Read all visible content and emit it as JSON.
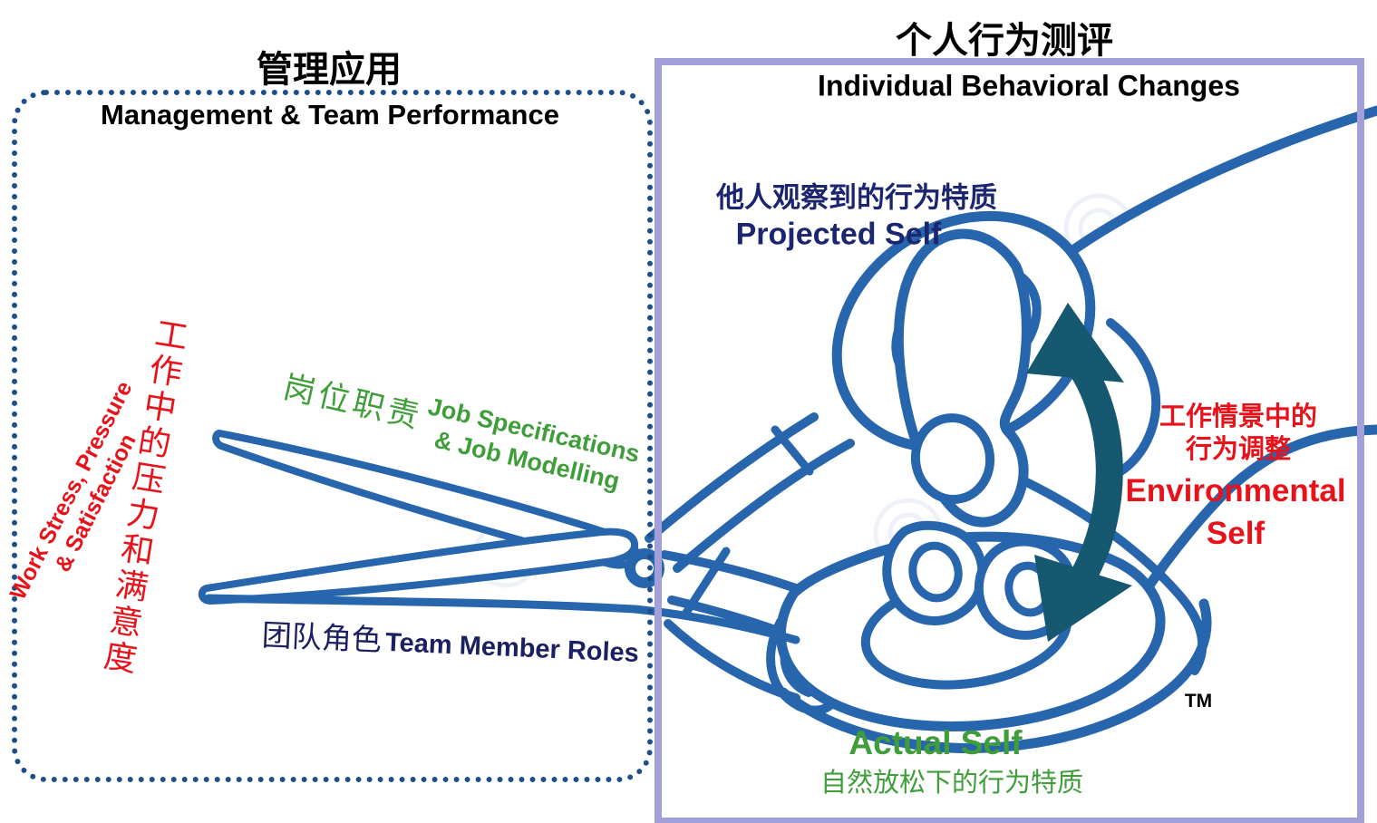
{
  "left_panel": {
    "title_zh": "管理应用",
    "title_en": "Management & Team Performance",
    "work_stress": {
      "en_line1": "Work Stress, Pressure",
      "en_line2": "& Satisfaction",
      "zh": "工作中的压力和满意度"
    },
    "job": {
      "zh": "岗位职责",
      "en_line1": "Job Specifications",
      "en_line2": "& Job Modelling"
    },
    "team_roles": {
      "zh": "团队角色",
      "en": "Team Member Roles"
    }
  },
  "right_panel": {
    "title_zh": "个人行为测评",
    "title_en": "Individual Behavioral Changes",
    "projected": {
      "zh": "他人观察到的行为特质",
      "en": "Projected Self"
    },
    "environmental": {
      "zh_line1": "工作情景中的",
      "zh_line2": "行为调整",
      "en_line1": "Environmental",
      "en_line2": "Self"
    },
    "actual": {
      "en": "Actual Self",
      "zh": "自然放松下的行为特质"
    },
    "trademark": "TM"
  },
  "illustration": {
    "subject": "scissors-held-in-hand",
    "arrow": "curved-double-headed-arrow",
    "watermark": "spiral-watermark"
  },
  "colors": {
    "line_blue": "#2765ad",
    "navy_text": "#1c2570",
    "red_text": "#e8121a",
    "green_text": "#3f9e3a",
    "arrow_teal": "#15586f",
    "dotted_border": "#1d4f8a",
    "purple_border": "#a39fd9",
    "title_black": "#000000"
  }
}
